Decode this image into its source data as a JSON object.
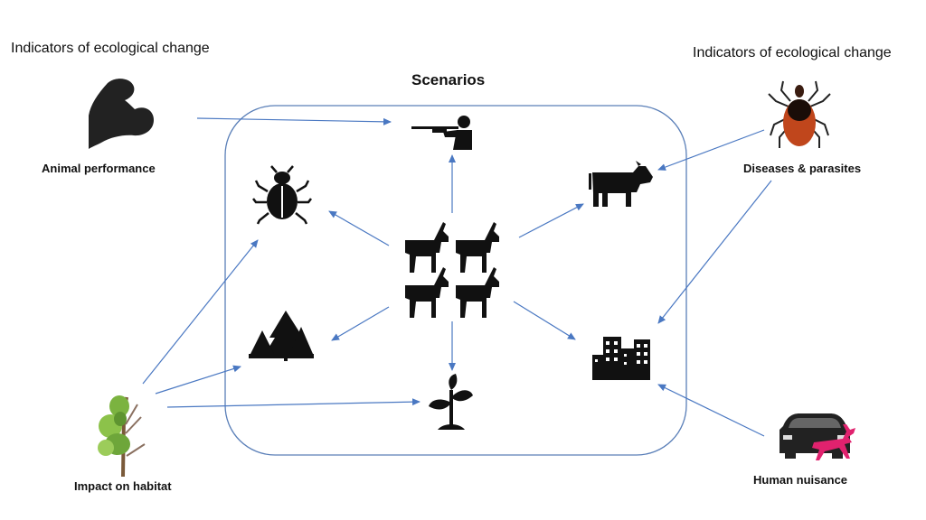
{
  "header_left": "Indicators of ecological change",
  "header_right": "Indicators of ecological change",
  "scenarios_title": "Scenarios",
  "labels": {
    "animal_performance": "Animal performance",
    "diseases_parasites": "Diseases & parasites",
    "impact_habitat": "Impact on habitat",
    "human_nuisance": "Human nuisance"
  },
  "colors": {
    "arrow": "#4a78c2",
    "frame": "#5a7fb8",
    "tick": "#c0461c",
    "car_deer": "#e0226e",
    "tree_green": "#7bb340",
    "icon": "#111111"
  },
  "icons": [
    "muscle-arm-icon",
    "tick-icon",
    "tree-icon",
    "car-icon",
    "deer-icon",
    "hunter-icon",
    "beetle-icon",
    "forest-icon",
    "seedling-icon",
    "cow-icon",
    "city-buildings-icon",
    "deer-herd-icon"
  ]
}
